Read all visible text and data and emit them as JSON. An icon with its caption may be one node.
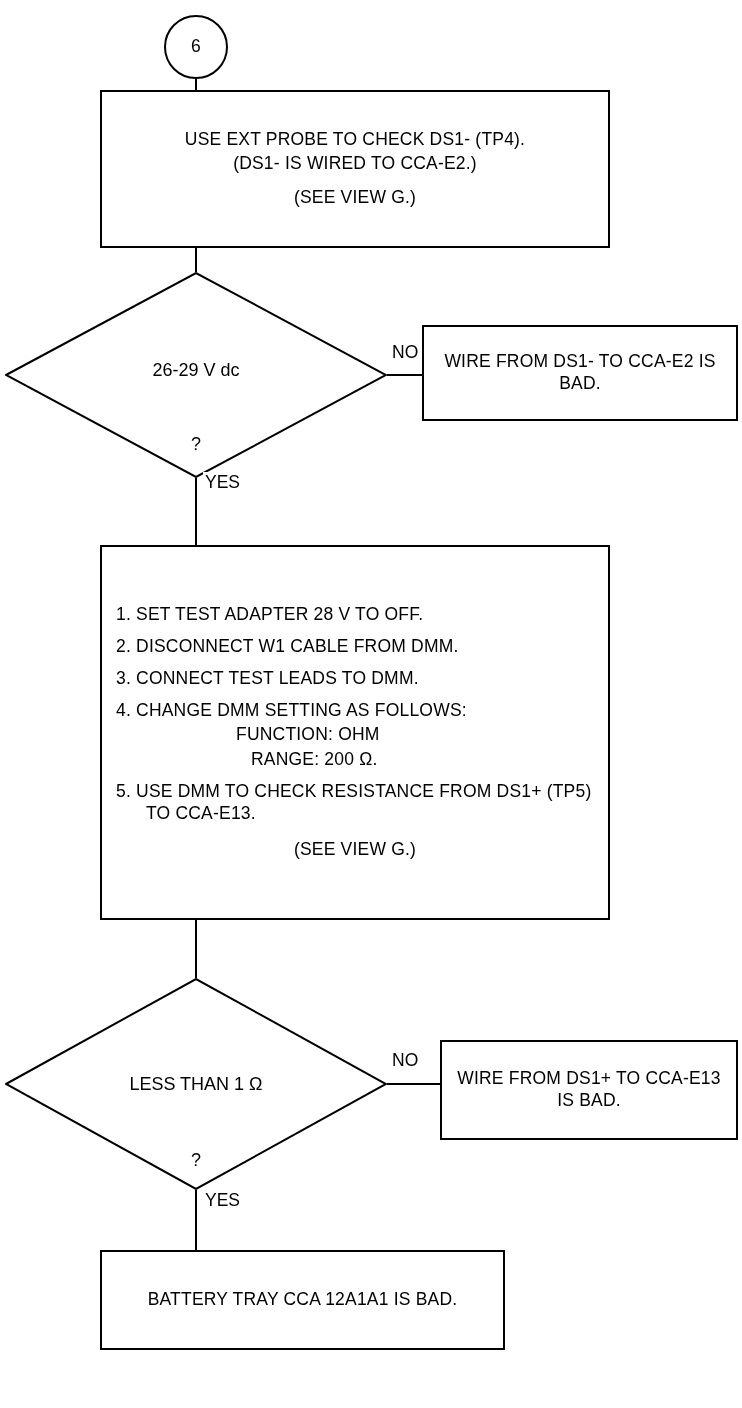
{
  "diagram": {
    "nodes": [
      {
        "text": [
          "6"
        ]
      },
      {
        "text": [
          "USE EXT PROBE TO CHECK DS1- (TP4).",
          "(DS1- IS WIRED TO CCA-E2.)",
          "(SEE VIEW G.)"
        ]
      },
      {
        "text": [
          "26-29 V dc",
          "?"
        ]
      },
      {
        "text": [
          "WIRE FROM DS1-  TO CCA-E2 IS BAD."
        ]
      },
      {
        "text": [
          "1. SET TEST ADAPTER 28 V TO OFF.",
          "2. DISCONNECT W1 CABLE FROM DMM.",
          "3. CONNECT TEST LEADS TO DMM.",
          "4. CHANGE DMM SETTING AS FOLLOWS:",
          "FUNCTION: OHM",
          "RANGE: 200 Ω.",
          "5. USE DMM TO CHECK RESISTANCE FROM DS1+ (TP5) TO CCA-E13.",
          "(SEE VIEW G.)"
        ]
      },
      {
        "text": [
          "LESS THAN 1 Ω",
          "?"
        ]
      },
      {
        "text": [
          "WIRE FROM DS1+ TO CCA-E13 IS BAD."
        ]
      },
      {
        "text": [
          "BATTERY TRAY CCA 12A1A1 IS BAD."
        ]
      }
    ],
    "edges": [
      {
        "from": 0,
        "to": 1,
        "arrow": "none"
      },
      {
        "from": 1,
        "to": 2,
        "arrow": "none"
      },
      {
        "from": 2,
        "to": 3,
        "arrow": "none",
        "label": "NO"
      },
      {
        "from": 2,
        "to": 4,
        "arrow": "none",
        "label": "YES"
      },
      {
        "from": 4,
        "to": 5,
        "arrow": "none"
      },
      {
        "from": 5,
        "to": 6,
        "arrow": "none",
        "label": "NO"
      },
      {
        "from": 5,
        "to": 7,
        "arrow": "none",
        "label": "YES"
      }
    ]
  }
}
